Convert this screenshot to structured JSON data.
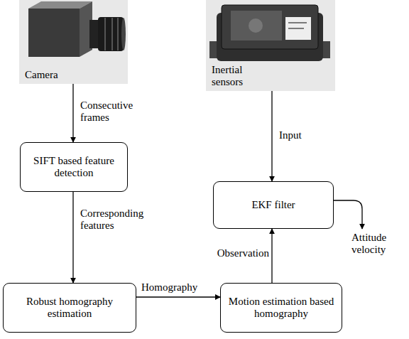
{
  "diagram": {
    "nodes": [
      {
        "text": [
          "Camera"
        ]
      },
      {
        "text": [
          "Inertial sensors"
        ]
      },
      {
        "text": [
          "SIFT based feature detection"
        ]
      },
      {
        "text": [
          "EKF filter"
        ]
      },
      {
        "text": [
          "Robust homography estimation"
        ]
      },
      {
        "text": [
          "Motion estimation based homography"
        ]
      }
    ],
    "edges": [
      {
        "from": 0,
        "to": 2,
        "label": "Consecutive frames",
        "arrow": "to"
      },
      {
        "from": 1,
        "to": 3,
        "label": "Input",
        "arrow": "to"
      },
      {
        "from": 2,
        "to": 4,
        "label": "Corresponding features",
        "arrow": "to"
      },
      {
        "from": 4,
        "to": 5,
        "label": "Homography",
        "arrow": "to"
      },
      {
        "from": 5,
        "to": 3,
        "label": "Observation",
        "arrow": "to"
      }
    ],
    "labels": [
      "Attitude velocity"
    ]
  }
}
